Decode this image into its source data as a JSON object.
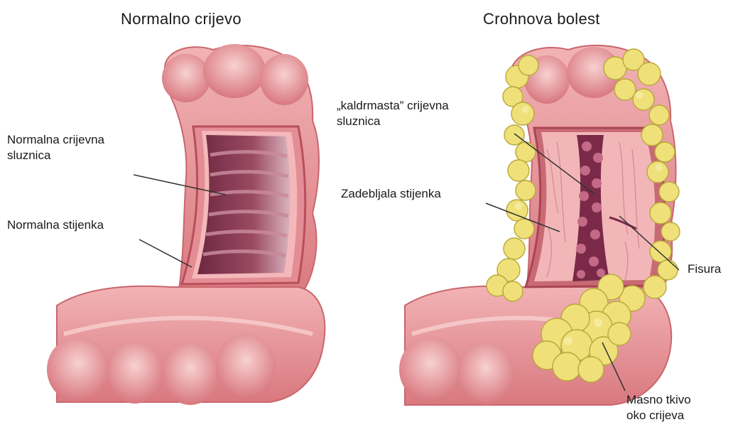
{
  "panels": {
    "left": {
      "title": "Normalno crijevo",
      "labels": {
        "mucosa": [
          "Normalna crijevna",
          "sluznica"
        ],
        "wall": [
          "Normalna stijenka"
        ]
      }
    },
    "right": {
      "title": "Crohnova bolest",
      "labels": {
        "cobblestone": [
          "„kaldrmasta” crijevna",
          "sluznica"
        ],
        "thickened_wall": [
          "Zadebljala stijenka"
        ],
        "fissure": [
          "Fisura"
        ],
        "fat": [
          "Masno tkivo",
          "oko crijeva"
        ]
      }
    }
  },
  "colors": {
    "bowel_outer": "#e9a0a2",
    "bowel_dark": "#c25f66",
    "bowel_light": "#f6c4c4",
    "lumen_dark": "#7c2f45",
    "fat": "#efe07a",
    "fat_edge": "#b8a838",
    "leader_line": "#333333"
  }
}
